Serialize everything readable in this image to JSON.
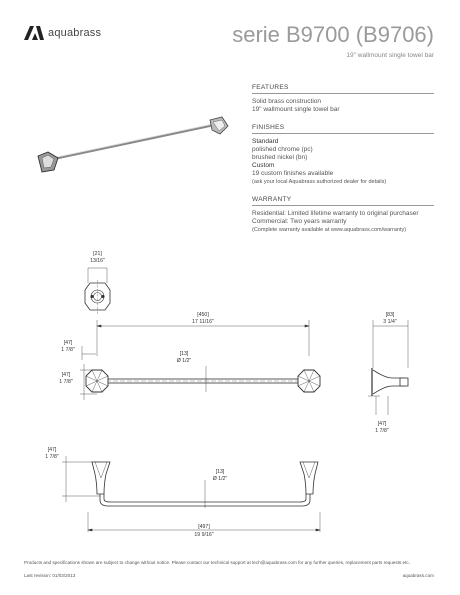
{
  "brand": {
    "name": "aquabrass"
  },
  "header": {
    "title": "serie B9700 (B9706)",
    "subtitle": "19\" wallmount single towel bar"
  },
  "features": {
    "heading": "FEATURES",
    "lines": [
      "Solid brass construction",
      "19\" wallmount single towel bar"
    ]
  },
  "finishes": {
    "heading": "FINISHES",
    "standard_label": "Standard",
    "standard_items": [
      "polished chrome (pc)",
      "brushed nickel (bn)"
    ],
    "custom_label": "Custom",
    "custom_items": [
      "19 custom finishes available",
      "(ask your local Aquabrass authorized dealer for details)"
    ]
  },
  "warranty": {
    "heading": "WARRANTY",
    "lines": [
      "Residential: Limited lifetime warranty to original purchaser",
      "Commercial: Two years warranty"
    ],
    "note": "(Complete warranty available at www.aquabrass.com/warranty)"
  },
  "dimensions": {
    "flange_mm": "[21]",
    "flange_in": "13/16\"",
    "length_mm": "[450]",
    "length_in": "17 11/16\"",
    "offset_mm": "[47]",
    "offset_in": "1 7/8\"",
    "height_mm": "[47]",
    "height_in": "1 7/8\"",
    "rod_mm": "[13]",
    "rod_in": "Ø 1/2\"",
    "proj_mm": "[83]",
    "proj_in": "3 1/4\"",
    "side_h_mm": "[47]",
    "side_h_in": "1 7/8\"",
    "top_h_mm": "[47]",
    "top_h_in": "1 7/8\"",
    "top_rod_mm": "[13]",
    "top_rod_in": "Ø 1/2\"",
    "overall_mm": "[497]",
    "overall_in": "19 9/16\""
  },
  "footer": {
    "disclaimer": "Products and specifications shown are subject to change without notice. Please contact our technical support at tech@aquabrass.com for any further queries, replacement parts requests etc.",
    "revision": "Last revision: 01/03/2013",
    "website": "aquabrass.com"
  }
}
